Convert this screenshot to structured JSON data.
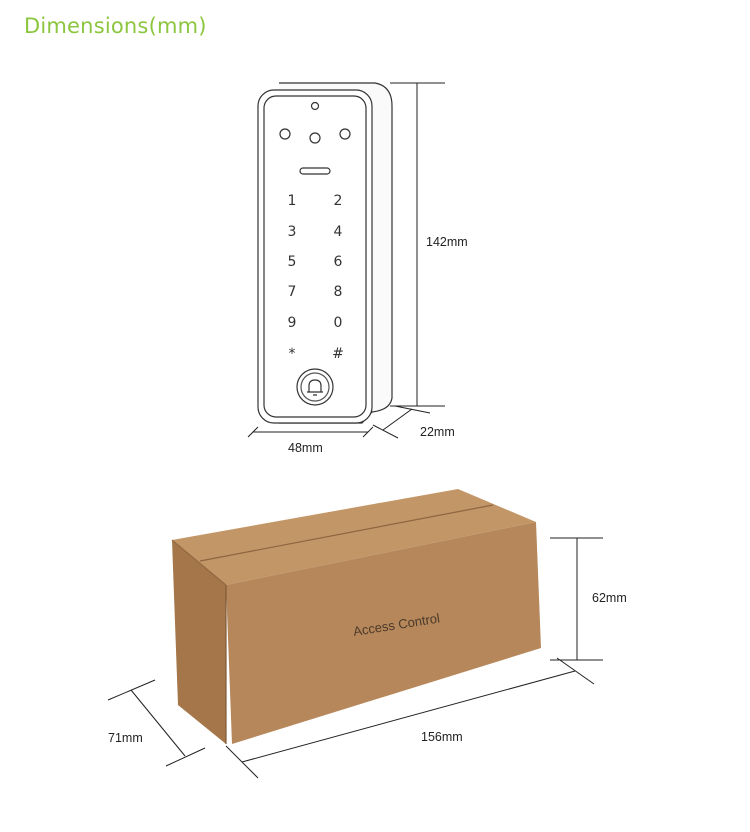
{
  "title": "Dimensions(mm)",
  "device": {
    "keys": [
      "1",
      "2",
      "3",
      "4",
      "5",
      "6",
      "7",
      "8",
      "9",
      "0",
      "*",
      "#"
    ]
  },
  "device_dimensions": {
    "height_label": "142mm",
    "width_label": "48mm",
    "depth_label": "22mm"
  },
  "box": {
    "printed_text": "Access Control",
    "height_label": "62mm",
    "length_label": "156mm",
    "width_label": "71mm"
  },
  "colors": {
    "title": "#8cc63f",
    "cardboard_front": "#b6875a",
    "cardboard_side": "#a47649",
    "cardboard_top": "#c39668",
    "outline": "#333333"
  }
}
